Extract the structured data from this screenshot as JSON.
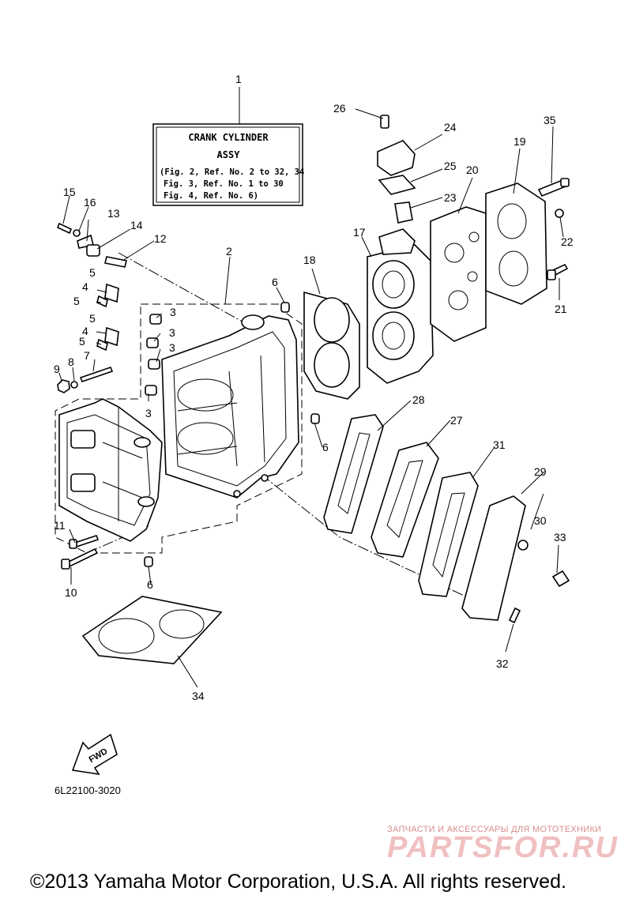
{
  "title_box": {
    "line1": "CRANK CYLINDER",
    "line2": "ASSY",
    "line3": "(Fig. 2, Ref. No. 2 to 32, 34",
    "line4": "Fig. 3, Ref. No. 1 to 30",
    "line5": "Fig. 4, Ref. No. 6)"
  },
  "callouts": [
    {
      "label": "1"
    },
    {
      "label": "2"
    },
    {
      "label": "3"
    },
    {
      "label": "3"
    },
    {
      "label": "3"
    },
    {
      "label": "3"
    },
    {
      "label": "4"
    },
    {
      "label": "4"
    },
    {
      "label": "5"
    },
    {
      "label": "5"
    },
    {
      "label": "5"
    },
    {
      "label": "5"
    },
    {
      "label": "6"
    },
    {
      "label": "6"
    },
    {
      "label": "6"
    },
    {
      "label": "7"
    },
    {
      "label": "8"
    },
    {
      "label": "9"
    },
    {
      "label": "10"
    },
    {
      "label": "11"
    },
    {
      "label": "12"
    },
    {
      "label": "13"
    },
    {
      "label": "14"
    },
    {
      "label": "15"
    },
    {
      "label": "16"
    },
    {
      "label": "17"
    },
    {
      "label": "18"
    },
    {
      "label": "19"
    },
    {
      "label": "20"
    },
    {
      "label": "21"
    },
    {
      "label": "22"
    },
    {
      "label": "23"
    },
    {
      "label": "24"
    },
    {
      "label": "25"
    },
    {
      "label": "26"
    },
    {
      "label": "27"
    },
    {
      "label": "28"
    },
    {
      "label": "29"
    },
    {
      "label": "30"
    },
    {
      "label": "31"
    },
    {
      "label": "32"
    },
    {
      "label": "33"
    },
    {
      "label": "34"
    },
    {
      "label": "35"
    }
  ],
  "fwd_label": "FWD",
  "drawing_code": "6L22100-3020",
  "copyright": "©2013 Yamaha Motor Corporation, U.S.A. All rights reserved.",
  "watermark": {
    "tagline": "ЗАПЧАСТИ И АКСЕССУАРЫ ДЛЯ МОТОТЕХНИКИ",
    "logo": "PARTSFOR.RU"
  }
}
